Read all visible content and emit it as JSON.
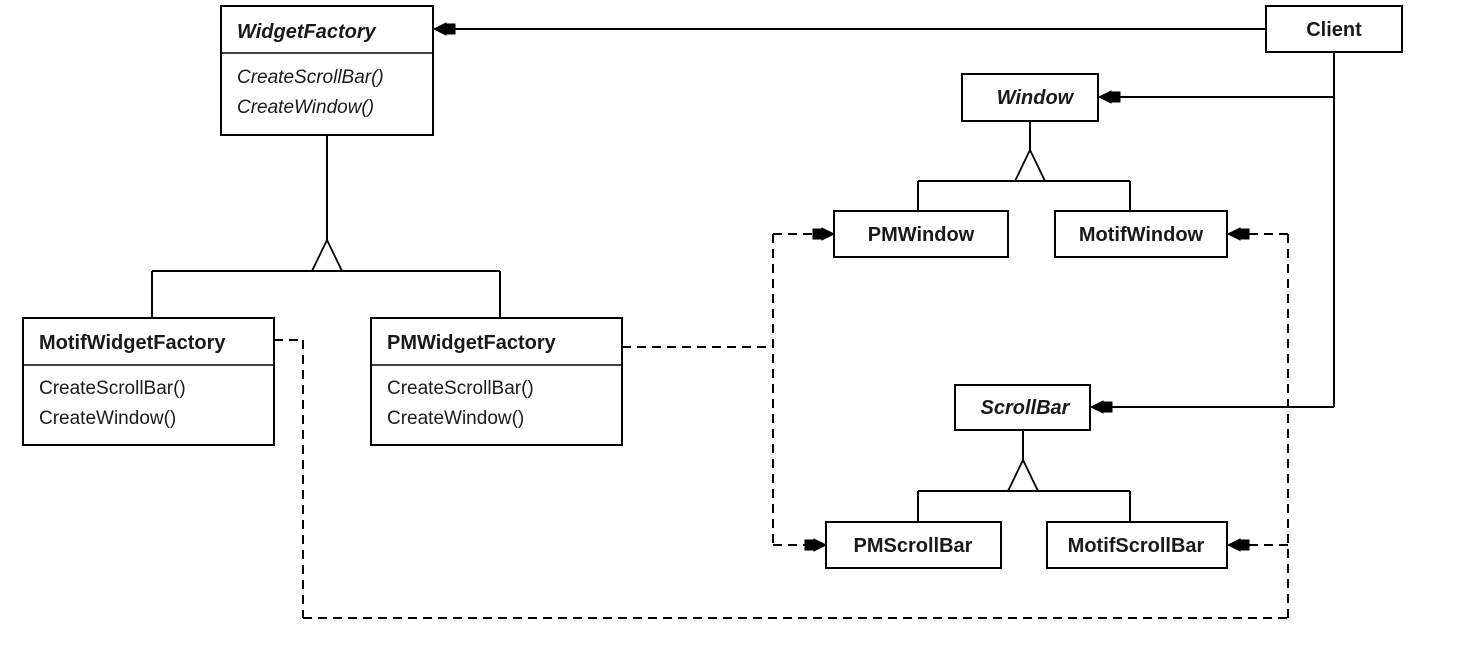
{
  "classes": {
    "widget_factory": {
      "name": "WidgetFactory",
      "abstract": true,
      "operations": [
        "CreateScrollBar()",
        "CreateWindow()"
      ]
    },
    "motif_widget_factory": {
      "name": "MotifWidgetFactory",
      "abstract": false,
      "operations": [
        "CreateScrollBar()",
        "CreateWindow()"
      ]
    },
    "pm_widget_factory": {
      "name": "PMWidgetFactory",
      "abstract": false,
      "operations": [
        "CreateScrollBar()",
        "CreateWindow()"
      ]
    },
    "client": {
      "name": "Client",
      "abstract": false
    },
    "window": {
      "name": "Window",
      "abstract": true
    },
    "pm_window": {
      "name": "PMWindow",
      "abstract": false
    },
    "motif_window": {
      "name": "MotifWindow",
      "abstract": false
    },
    "scroll_bar": {
      "name": "ScrollBar",
      "abstract": true
    },
    "pm_scroll_bar": {
      "name": "PMScrollBar",
      "abstract": false
    },
    "motif_scroll_bar": {
      "name": "MotifScrollBar",
      "abstract": false
    }
  },
  "relations": {
    "inheritance": [
      {
        "parent": "WidgetFactory",
        "children": [
          "MotifWidgetFactory",
          "PMWidgetFactory"
        ]
      },
      {
        "parent": "Window",
        "children": [
          "PMWindow",
          "MotifWindow"
        ]
      },
      {
        "parent": "ScrollBar",
        "children": [
          "PMScrollBar",
          "MotifScrollBar"
        ]
      }
    ],
    "associations": [
      {
        "from": "Client",
        "to": "WidgetFactory"
      },
      {
        "from": "Client",
        "to": "Window"
      },
      {
        "from": "Client",
        "to": "ScrollBar"
      }
    ],
    "creates": [
      {
        "from": "PMWidgetFactory",
        "to": [
          "PMWindow",
          "PMScrollBar"
        ]
      },
      {
        "from": "MotifWidgetFactory",
        "to": [
          "MotifWindow",
          "MotifScrollBar"
        ]
      }
    ]
  }
}
